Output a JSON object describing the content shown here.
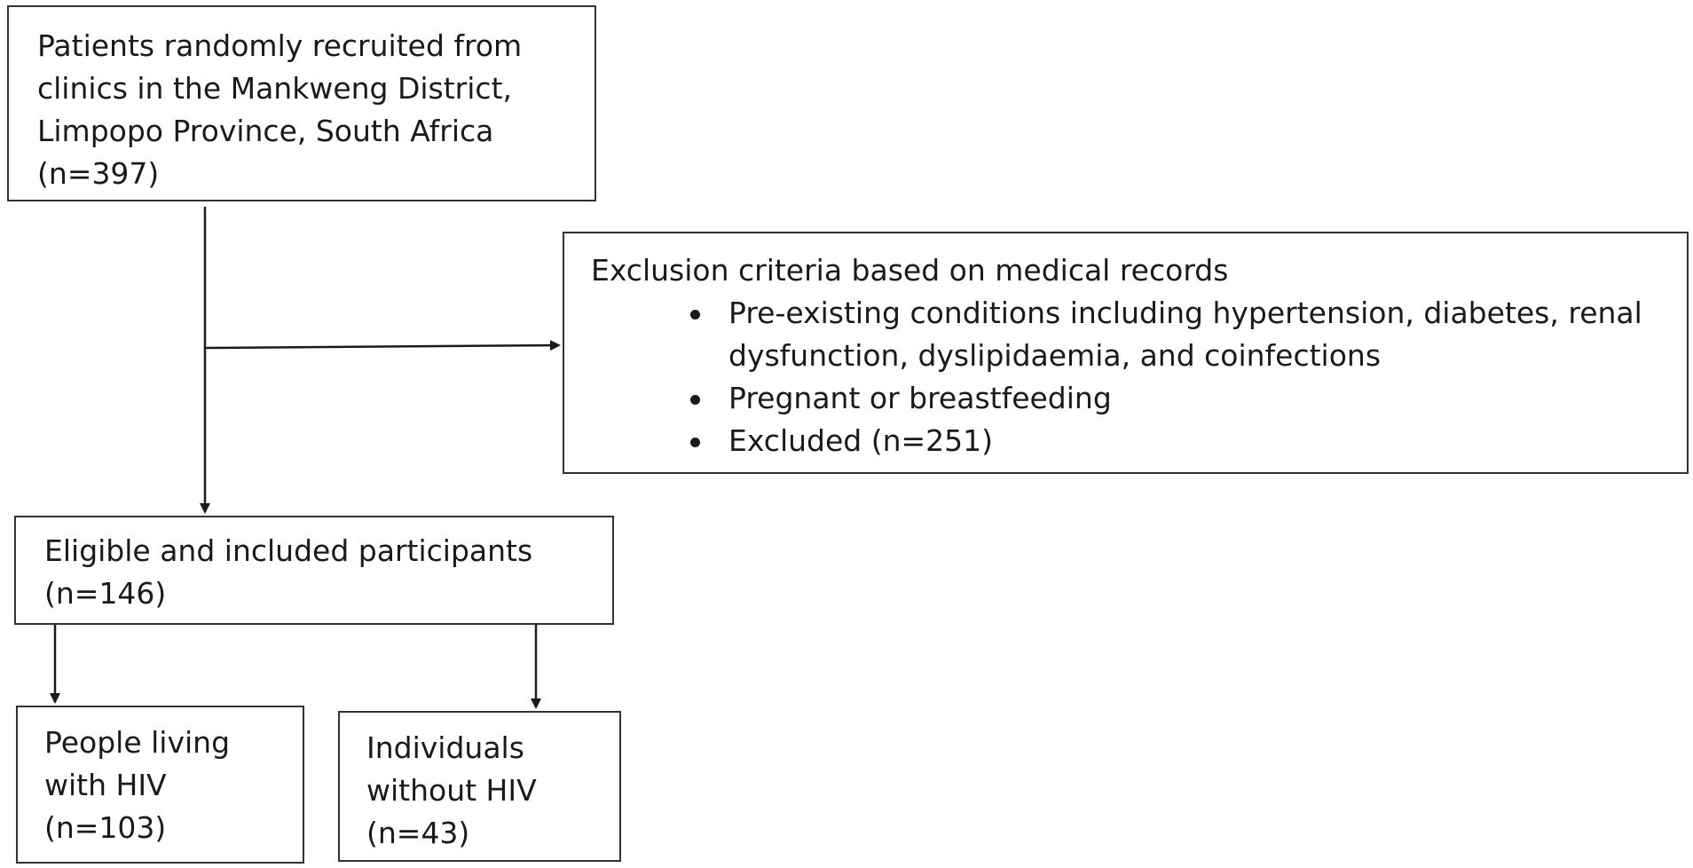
{
  "diagram": {
    "recruited": {
      "lines": [
        "Patients randomly recruited from",
        "clinics in the Mankweng District,",
        "Limpopo Province, South Africa",
        "(n=397)"
      ]
    },
    "exclusion": {
      "title": "Exclusion criteria based on medical records",
      "items": [
        [
          "Pre-existing conditions including hypertension, diabetes, renal",
          "dysfunction, dyslipidaemia, and coinfections"
        ],
        [
          "Pregnant or breastfeeding"
        ],
        [
          "Excluded (n=251)"
        ]
      ]
    },
    "eligible": {
      "lines": [
        "Eligible and included participants",
        "(n=146)"
      ]
    },
    "plhiv": {
      "lines": [
        "People living",
        "with HIV",
        "(n=103)"
      ]
    },
    "nohiv": {
      "lines": [
        "Individuals",
        "without HIV",
        "(n=43)"
      ]
    }
  }
}
